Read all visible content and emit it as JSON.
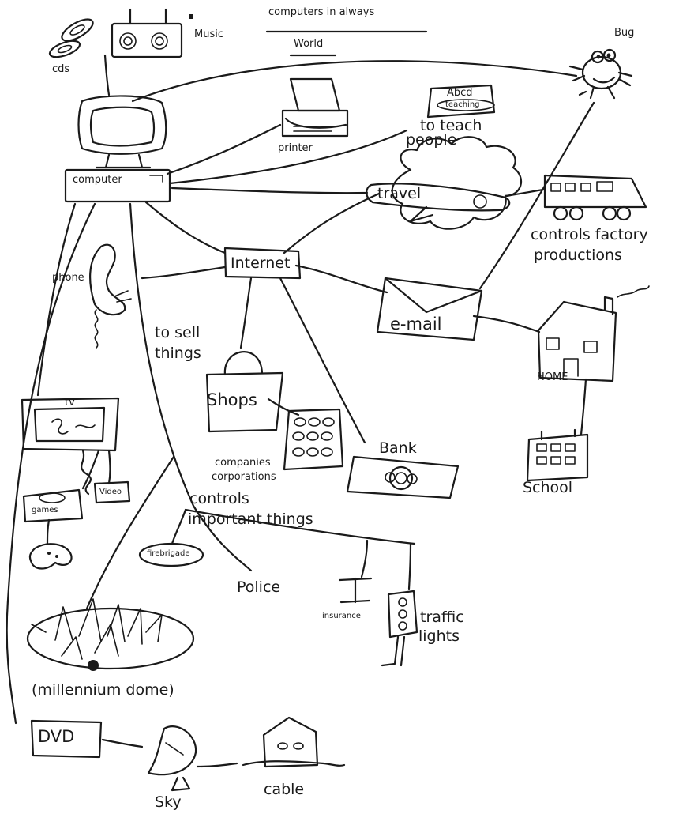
{
  "title": {
    "line1": "computers in always",
    "line2": "World"
  },
  "nodes": {
    "cds": "cds",
    "music": "Music",
    "bug": "Bug",
    "printer": "printer",
    "abcd": "Abcd",
    "teaching": "teaching",
    "teach": {
      "line1": "to teach",
      "line2": "people"
    },
    "computer": "computer",
    "travel": "travel",
    "factory": {
      "line1": "controls factory",
      "line2": "productions"
    },
    "phone": "phone",
    "internet": "Internet",
    "email": "e-mail",
    "sell": {
      "line1": "to sell",
      "line2": "things"
    },
    "shops": "Shops",
    "home": "HOME",
    "tv": "tv",
    "bank": "Bank",
    "companies": {
      "line1": "companies",
      "line2": "corporations"
    },
    "school": "School",
    "video": "Video",
    "games": "games",
    "important": {
      "line1": "controls",
      "line2": "important things"
    },
    "firebrigade": "firebrigade",
    "police": "Police",
    "insurance": "insurance",
    "traffic": {
      "line1": "traffic",
      "line2": "lights"
    },
    "dome": "(millennium dome)",
    "dvd": "DVD",
    "sky": "Sky",
    "cable": "cable"
  }
}
